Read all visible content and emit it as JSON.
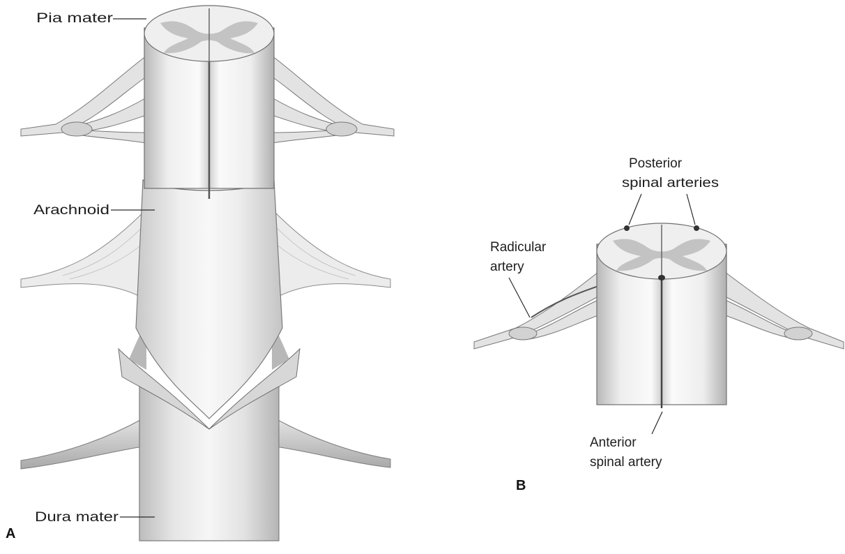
{
  "panel_a": {
    "panel_label": "A",
    "labels": {
      "pia_mater": "Pia mater",
      "arachnoid": "Arachnoid",
      "dura_mater": "Dura mater"
    }
  },
  "panel_b": {
    "panel_label": "B",
    "labels": {
      "posterior_spinal_arteries": [
        "Posterior",
        "spinal arteries"
      ],
      "radicular_artery": [
        "Radicular",
        "artery"
      ],
      "anterior_spinal_artery": [
        "Anterior",
        "spinal artery"
      ]
    }
  },
  "colors": {
    "tissue_light": "#ebebeb",
    "tissue_mid": "#c9c9c9",
    "tissue_dark": "#8c8c8c",
    "grey_matter": "#c2c2c2",
    "outline": "#6e6e6e"
  }
}
